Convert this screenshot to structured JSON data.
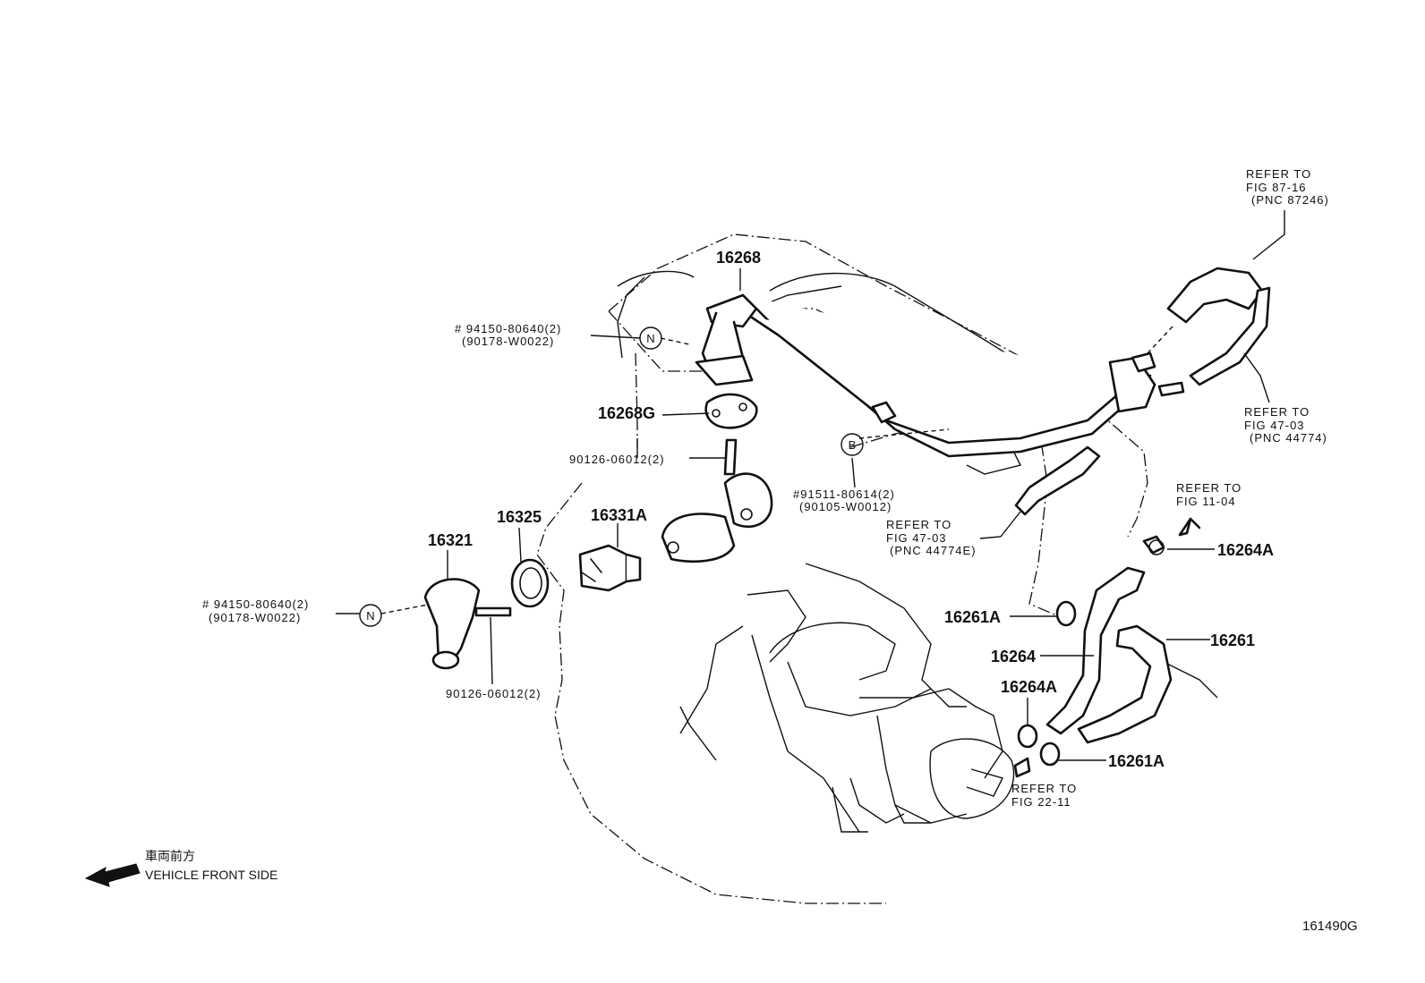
{
  "callouts": {
    "p16268": "16268",
    "p16268G": "16268G",
    "p16325": "16325",
    "p16331A": "16331A",
    "p16321": "16321",
    "p16264A_top": "16264A",
    "p16261A_top": "16261A",
    "p16261": "16261",
    "p16264": "16264",
    "p16264A_bottom": "16264A",
    "p16261A_bottom": "16261A"
  },
  "fasteners": {
    "top_left_1": "# 94150-80640(2)",
    "top_left_2": "(90178-W0022)",
    "stud_top": "90126-06012(2)",
    "b_clip_1": "#91511-80614(2)",
    "b_clip_2": "(90105-W0012)",
    "left_1": "# 94150-80640(2)",
    "left_2": "(90178-W0022)",
    "stud_bottom": "90126-06012(2)"
  },
  "markers": {
    "n_top": "N",
    "b": "B",
    "n_left": "N"
  },
  "refers": {
    "r1": [
      "REFER TO",
      "FIG 87-16",
      "(PNC 87246)"
    ],
    "r2": [
      "REFER TO",
      "FIG 47-03",
      "(PNC 44774)"
    ],
    "r3": [
      "REFER TO",
      "FIG 47-03",
      "(PNC 44774E)"
    ],
    "r4": [
      "REFER TO",
      "FIG 11-04"
    ],
    "r5": [
      "REFER TO",
      "FIG 22-11"
    ]
  },
  "front": {
    "jp": "車両前方",
    "en": "VEHICLE FRONT SIDE"
  },
  "figure_id": "161490G"
}
